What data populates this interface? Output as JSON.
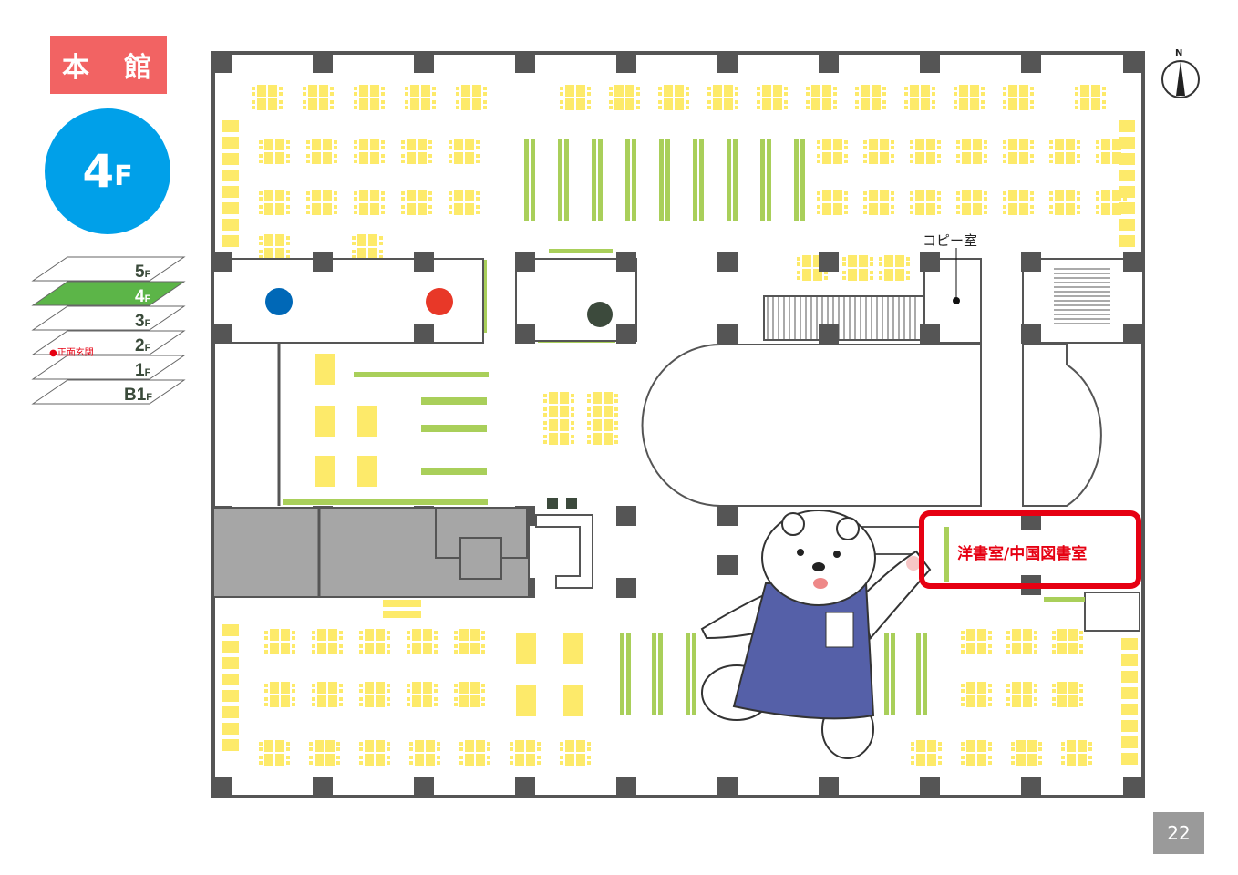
{
  "building_title": "本　館",
  "current_floor": {
    "number": "4",
    "unit": "F"
  },
  "floors": [
    {
      "n": "5",
      "u": "F"
    },
    {
      "n": "4",
      "u": "F"
    },
    {
      "n": "3",
      "u": "F"
    },
    {
      "n": "2",
      "u": "F"
    },
    {
      "n": "1",
      "u": "F"
    },
    {
      "n": "B1",
      "u": "F"
    }
  ],
  "entrance_label": "●正面玄関",
  "compass_label": "N",
  "rooms": {
    "copy_room": "コピー室",
    "highlight": "洋書室/中国図書室"
  },
  "page_number": "22",
  "colors": {
    "title": "#f26363",
    "floor": "#00a0e9",
    "highlight": "#e60012",
    "desk": "#fdea6a",
    "shelf": "#a9cf5a",
    "wall": "#555555",
    "room_gray": "#a6a6a6"
  }
}
